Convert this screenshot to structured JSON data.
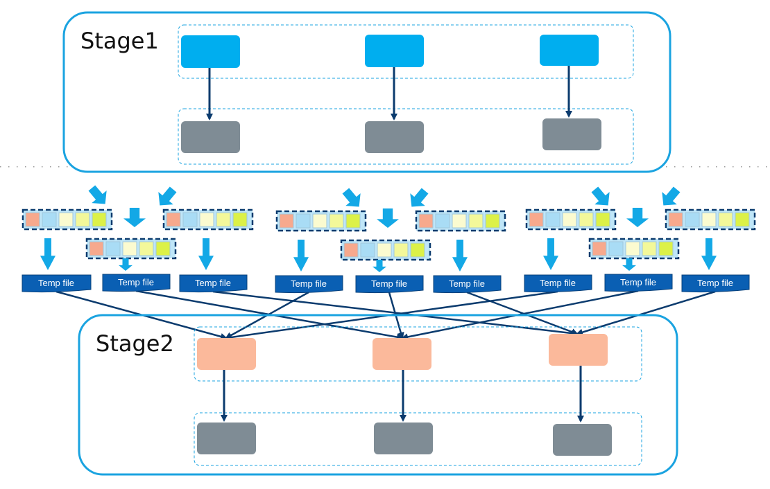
{
  "colors": {
    "stage_border": "#1aa3e0",
    "stage1_task": "#00aeef",
    "output_block": "#7f8c95",
    "stage2_task": "#fbb99b",
    "arrow_dark": "#0b3b6e",
    "arrow_light": "#13a8e6",
    "temp_file": "#0a5fb3",
    "buffer_cells": [
      "#f7a98d",
      "#a9dcf5",
      "#fbfbd0",
      "#f3f89a",
      "#dcf148"
    ]
  },
  "stages": [
    {
      "label": "Stage1"
    },
    {
      "label": "Stage2"
    }
  ],
  "temp_files": [
    {
      "label": "Temp file"
    },
    {
      "label": "Temp file"
    },
    {
      "label": "Temp file"
    },
    {
      "label": "Temp file"
    },
    {
      "label": "Temp file"
    },
    {
      "label": "Temp file"
    },
    {
      "label": "Temp file"
    },
    {
      "label": "Temp file"
    },
    {
      "label": "Temp file"
    }
  ]
}
